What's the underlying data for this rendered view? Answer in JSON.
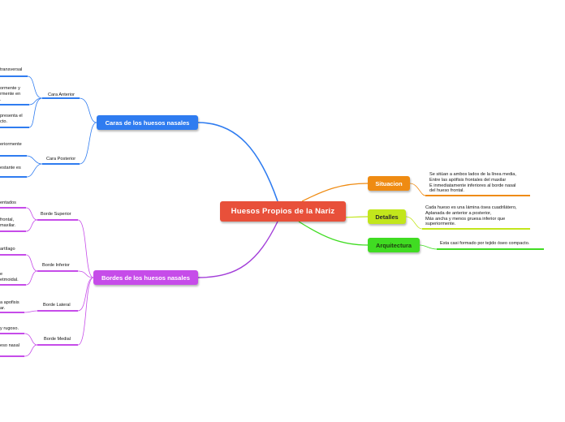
{
  "central": {
    "label": "Huesos Propios de la Nariz"
  },
  "branches": {
    "caras": {
      "label": "Caras de los huesos nasales",
      "color": "#2f7cf0",
      "anterior": {
        "label": "Cara Anterior",
        "leaves": [
          "transversal",
          "ormente y\nrmente en\n.",
          "presenta el\ncto."
        ]
      },
      "posterior": {
        "label": "Cara Posterior",
        "leaves": [
          "eriormente",
          "estante es"
        ]
      }
    },
    "bordes": {
      "label": "Bordes de los huesos nasales",
      "color": "#c64ce9",
      "superior": {
        "label": "Borde Superior",
        "leaves": [
          "entados",
          "frontal,\nmaxilar."
        ]
      },
      "inferior": {
        "label": "Borde Inferior",
        "leaves": [
          "artílago",
          "e\netmoidal."
        ]
      },
      "lateral": {
        "label": "Borde Lateral",
        "leaves": [
          "a apofisis\nar."
        ]
      },
      "medial": {
        "label": "Borde Medial",
        "leaves": [
          "y rugoso.",
          "eso nasal"
        ]
      }
    },
    "situacion": {
      "label": "Situacion",
      "color": "#ef8b12",
      "text": "Se sitúan a ambos lados de la línea media,\nEntre las apófisis frontales del maxilar\nE inmediatamente inferiores al borde nasal\ndel hueso frontal."
    },
    "detalles": {
      "label": "Detalles",
      "color": "#c2e61c",
      "text": "Cada hueso es una lámina ósea cuadrilátero,\nAplanada de anterior a posterior,\nMás ancha y menos gruesa inferior que\nsuperiormente."
    },
    "arquitectura": {
      "label": "Arquitectura",
      "color": "#40dc22",
      "text": "Esta casi formado por tejido óseo compacto."
    }
  }
}
